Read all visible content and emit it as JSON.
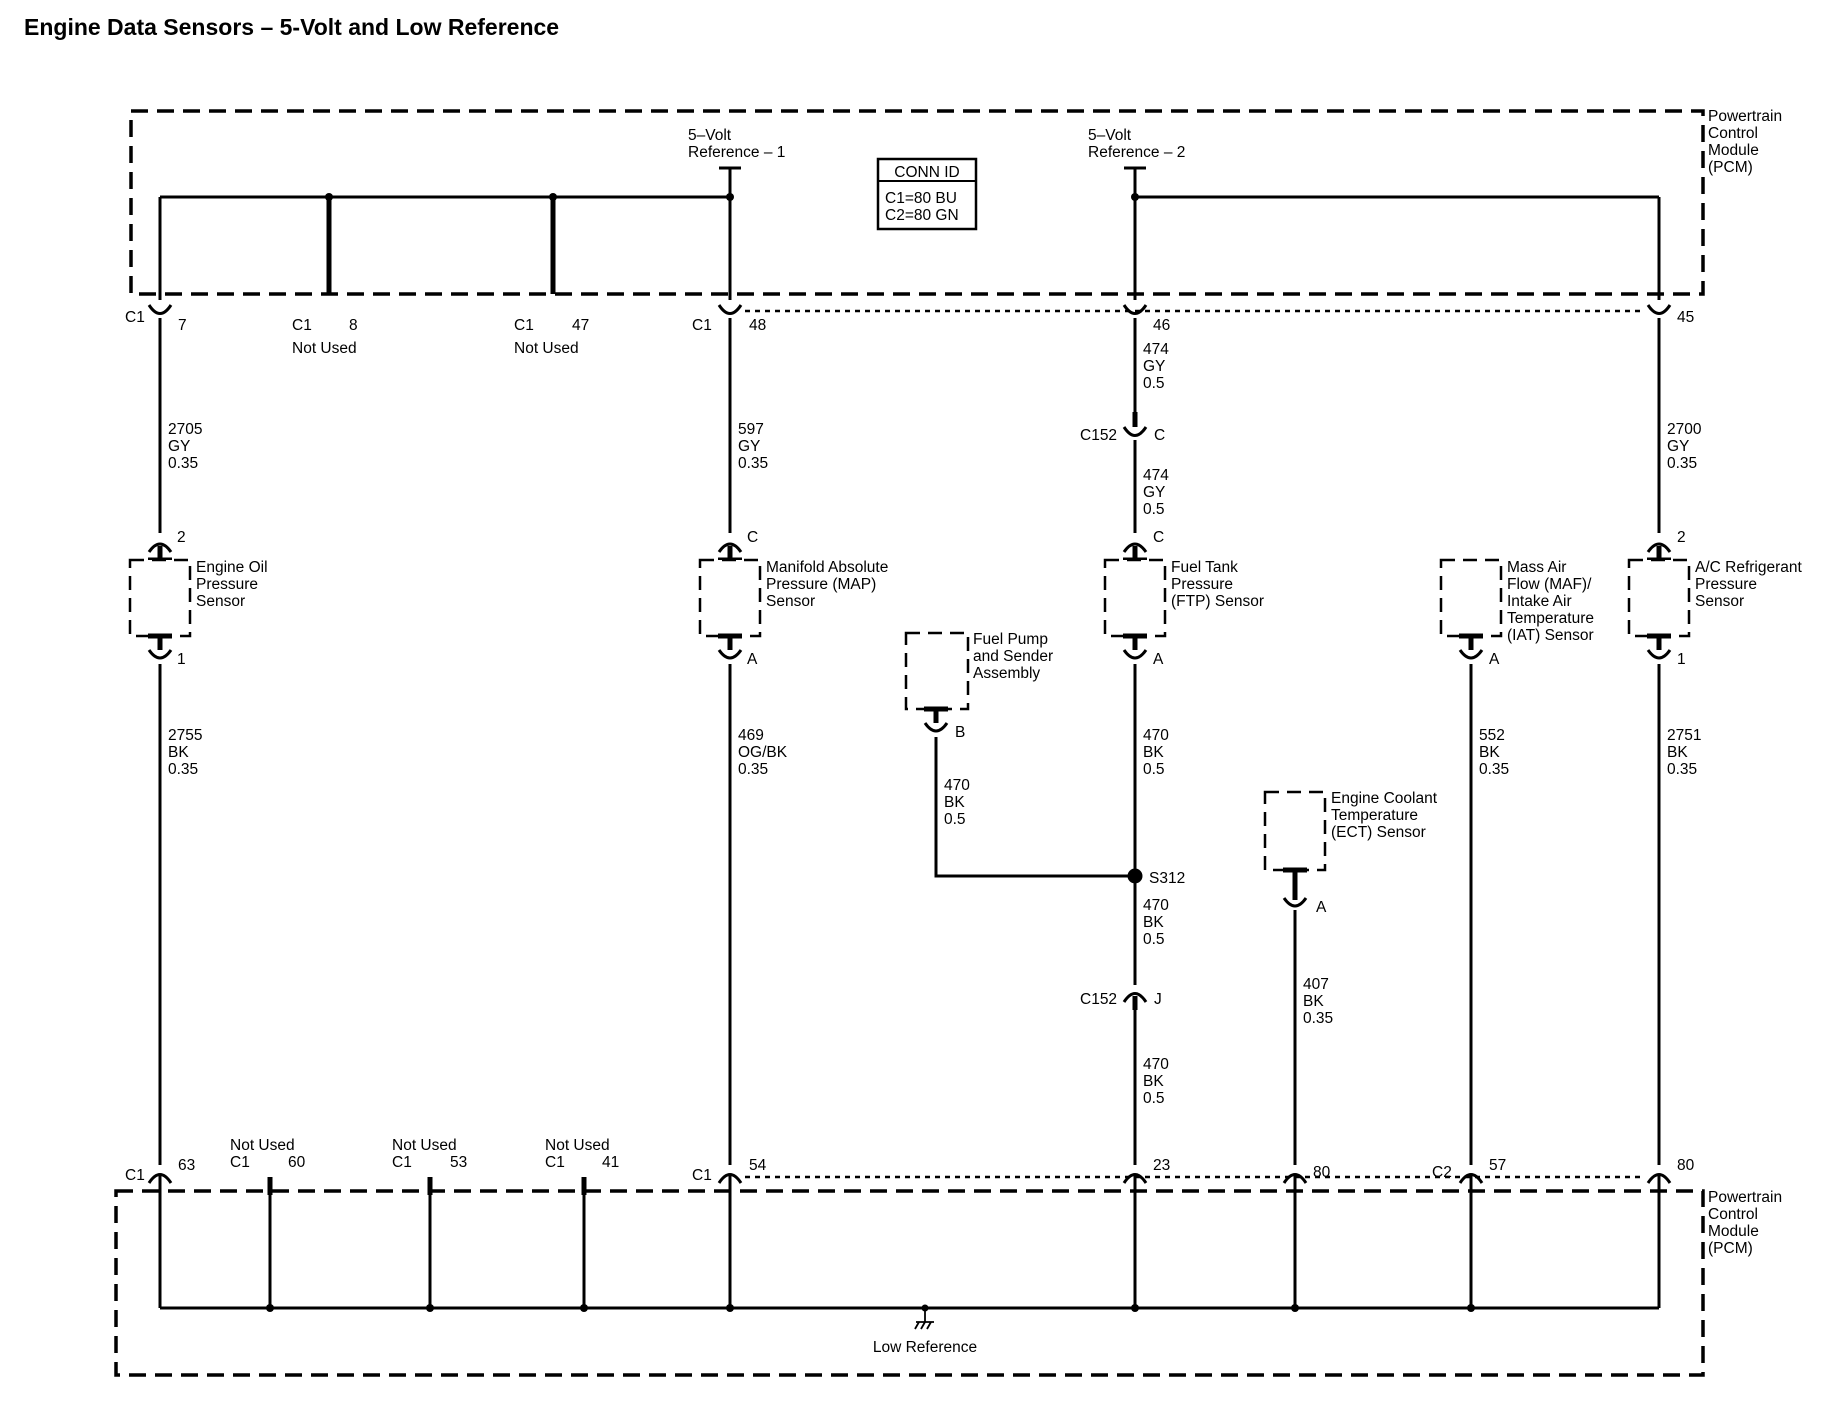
{
  "title": "Engine Data Sensors – 5-Volt and Low Reference",
  "pcm": {
    "label": [
      "Powertrain",
      "Control",
      "Module",
      "(PCM)"
    ]
  },
  "conn_id": {
    "header": "CONN ID",
    "lines": [
      "C1=80 BU",
      "C2=80 GN"
    ]
  },
  "references": {
    "ref1": [
      "5–Volt",
      "Reference – 1"
    ],
    "ref2": [
      "5–Volt",
      "Reference – 2"
    ],
    "low": "Low Reference"
  },
  "top_pins": [
    {
      "conn": "C1",
      "pin": "7"
    },
    {
      "conn": "C1",
      "pin": "8",
      "note": "Not Used"
    },
    {
      "conn": "C1",
      "pin": "47",
      "note": "Not Used"
    },
    {
      "conn": "C1",
      "pin": "48"
    },
    {
      "pin": "46"
    },
    {
      "pin": "45"
    }
  ],
  "bottom_pins": [
    {
      "conn": "C1",
      "pin": "63"
    },
    {
      "note": "Not Used",
      "conn": "C1",
      "pin": "60"
    },
    {
      "note": "Not Used",
      "conn": "C1",
      "pin": "53"
    },
    {
      "note": "Not Used",
      "conn": "C1",
      "pin": "41"
    },
    {
      "conn": "C1",
      "pin": "54"
    },
    {
      "pin": "23"
    },
    {
      "pin": "80"
    },
    {
      "conn": "C2",
      "pin": "57"
    },
    {
      "pin": "80"
    }
  ],
  "wires": {
    "oil_ref": [
      "2705",
      "GY",
      "0.35"
    ],
    "oil_low": [
      "2755",
      "BK",
      "0.35"
    ],
    "map_ref": [
      "597",
      "GY",
      "0.35"
    ],
    "map_low": [
      "469",
      "OG/BK",
      "0.35"
    ],
    "ftp_ref_upper": [
      "474",
      "GY",
      "0.5"
    ],
    "ftp_ref_lower": [
      "474",
      "GY",
      "0.5"
    ],
    "ftp_low": [
      "470",
      "BK",
      "0.5"
    ],
    "pump_low": [
      "470",
      "BK",
      "0.5"
    ],
    "splice_low": [
      "470",
      "BK",
      "0.5"
    ],
    "c152_low": [
      "470",
      "BK",
      "0.5"
    ],
    "ect_low": [
      "407",
      "BK",
      "0.35"
    ],
    "maf_low": [
      "552",
      "BK",
      "0.35"
    ],
    "ac_ref": [
      "2700",
      "GY",
      "0.35"
    ],
    "ac_low": [
      "2751",
      "BK",
      "0.35"
    ]
  },
  "inline_connectors": {
    "c152_upper": {
      "name": "C152",
      "pin": "C"
    },
    "c152_lower": {
      "name": "C152",
      "pin": "J"
    },
    "splice": "S312"
  },
  "sensors": {
    "oil": {
      "label": [
        "Engine Oil",
        "Pressure",
        "Sensor"
      ],
      "pin_top": "2",
      "pin_bottom": "1"
    },
    "map": {
      "label": [
        "Manifold Absolute",
        "Pressure (MAP)",
        "Sensor"
      ],
      "pin_top": "C",
      "pin_bottom": "A"
    },
    "pump": {
      "label": [
        "Fuel Pump",
        "and Sender",
        "Assembly"
      ],
      "pin_bottom": "B"
    },
    "ftp": {
      "label": [
        "Fuel Tank",
        "Pressure",
        "(FTP) Sensor"
      ],
      "pin_top": "C",
      "pin_bottom": "A"
    },
    "ect": {
      "label": [
        "Engine Coolant",
        "Temperature",
        "(ECT) Sensor"
      ],
      "pin_bottom": "A"
    },
    "maf": {
      "label": [
        "Mass Air",
        "Flow (MAF)/",
        "Intake Air",
        "Temperature",
        "(IAT) Sensor"
      ],
      "pin_bottom": "A"
    },
    "ac": {
      "label": [
        "A/C Refrigerant",
        "Pressure",
        "Sensor"
      ],
      "pin_top": "2",
      "pin_bottom": "1"
    }
  }
}
